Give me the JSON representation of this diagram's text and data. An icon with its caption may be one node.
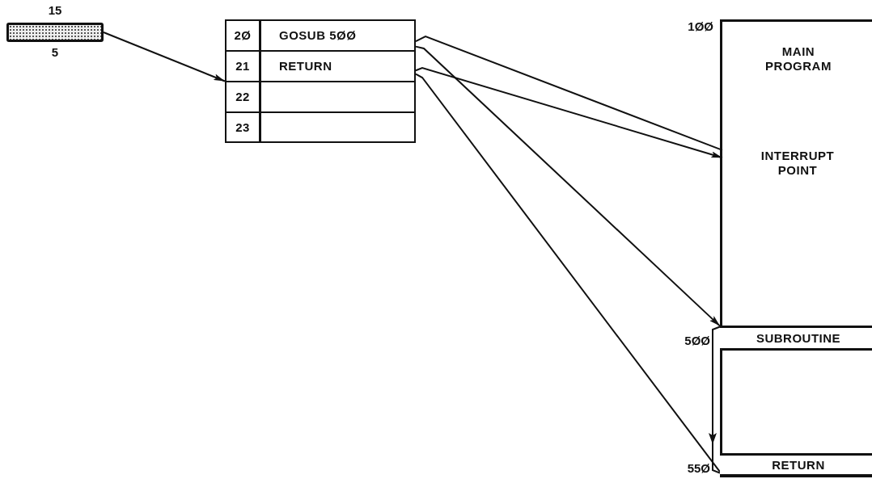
{
  "diagram": {
    "nodes": [
      {
        "text": [],
        "shape": "bar",
        "beside": [
          "15",
          "5"
        ]
      },
      {
        "text": [],
        "shape": "box"
      },
      {
        "text": [
          "2Ø",
          "GOSUB 5ØØ"
        ],
        "in": 1
      },
      {
        "text": [
          "21",
          "RETURN"
        ],
        "in": 1
      },
      {
        "text": [
          "22"
        ],
        "in": 1
      },
      {
        "text": [
          "23"
        ],
        "in": 1
      },
      {
        "text": [
          "MAIN PROGRAM"
        ],
        "beside": [
          "1ØØ"
        ]
      },
      {
        "text": [
          "INTERRUPT POINT"
        ],
        "in": 6
      },
      {
        "text": [
          "SUBROUTINE"
        ],
        "beside": [
          "5ØØ"
        ],
        "in": 6
      },
      {
        "text": [
          "RETURN"
        ],
        "beside": [
          "55Ø"
        ],
        "in": 6
      }
    ],
    "edges": [
      {
        "from": 0,
        "to": 1,
        "arrow": "to"
      },
      {
        "from": 7,
        "to": 2,
        "arrow": "none"
      },
      {
        "from": 2,
        "to": 8,
        "arrow": "to"
      },
      {
        "from": 8,
        "to": 9,
        "arrow": "to"
      },
      {
        "from": 9,
        "to": 3,
        "arrow": "none"
      },
      {
        "from": 3,
        "to": 7,
        "arrow": "to"
      }
    ]
  }
}
